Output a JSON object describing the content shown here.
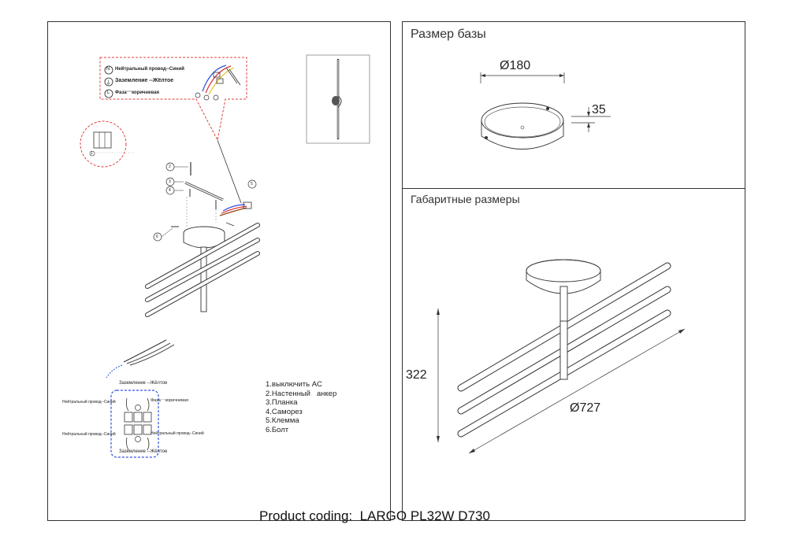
{
  "wiring_callout": {
    "neutral": {
      "symbol": "N",
      "text": "Нейтральный провод--Синий"
    },
    "ground": {
      "symbol": "⏚",
      "text": "Заземление --Жёлтое"
    },
    "phase": {
      "symbol": "L",
      "text": "Фаза⁻⁻коричневая"
    }
  },
  "part_numbers": [
    "1",
    "2",
    "3",
    "4",
    "5",
    "6"
  ],
  "terminal_block": {
    "ground_top": "Заземление --Жёлтое",
    "neutral_left": "Нейтральный провод--Синий",
    "phase_right": "Фаза⁻⁻коричневая",
    "neutral_left2": "Нейтральный провод--Синий",
    "neutral_right": "Нейтральный провод--Синий",
    "ground_bottom": "Заземление --Жёлтое"
  },
  "parts_list": [
    "1.выключить AC",
    "2.Настенный   анкер",
    "3.Планка",
    "4.Саморез",
    "5.Клемма",
    "6.Болт"
  ],
  "base_panel": {
    "title": "Размер базы",
    "diameter": "Ø180",
    "height": "35"
  },
  "overall_panel": {
    "title": "Габаритные размеры",
    "height": "322",
    "diameter": "Ø727"
  },
  "footer": {
    "product_coding": "Product coding:  LARGO PL32W D730"
  },
  "colors": {
    "callout_border": "#e04040",
    "wire_blue": "#3050e0",
    "wire_red": "#e03030",
    "wire_yellow": "#e0c020",
    "wire_brown": "#8b4513"
  }
}
